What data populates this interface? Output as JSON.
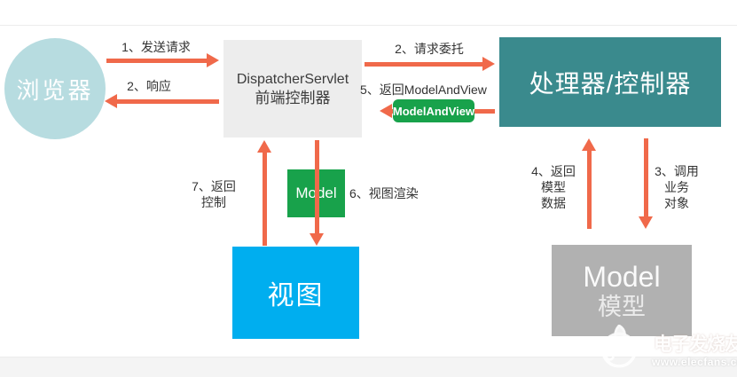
{
  "colors": {
    "arrow": "#F0694A",
    "browser_fill": "#B7DCE0",
    "dispatcher_fill": "#EDEDED",
    "dispatcher_text": "#3C3C3C",
    "controller_fill": "#3A8A8D",
    "view_fill": "#00AEEF",
    "green_fill": "#18A24B",
    "model_gray_fill": "#B1B1B1",
    "label_text": "#333333",
    "hairline": "#ECECEC",
    "strip": "#F4F4F4"
  },
  "nodes": {
    "browser": {
      "label": "浏览器"
    },
    "dispatcher": {
      "title": "DispatcherServlet",
      "subtitle": "前端控制器"
    },
    "controller": {
      "label": "处理器/控制器"
    },
    "view": {
      "label": "视图"
    },
    "model": {
      "label": "Model"
    },
    "model_and_view": {
      "label": "ModelAndView"
    },
    "model_store": {
      "title": "Model",
      "subtitle": "模型"
    }
  },
  "edges": {
    "send_request": {
      "label": "1、发送请求"
    },
    "response": {
      "label": "2、响应"
    },
    "delegate": {
      "label": "2、请求委托"
    },
    "return_model_and_view": {
      "label": "5、返回ModelAndView"
    },
    "return_control": {
      "lines": [
        "7、返回",
        "控制"
      ]
    },
    "render_view": {
      "label": "6、视图渲染"
    },
    "return_model_data": {
      "lines": [
        "4、返回",
        "模型",
        "数据"
      ]
    },
    "call_business": {
      "lines": [
        "3、调用",
        "业务",
        "对象"
      ]
    }
  },
  "watermark": {
    "brand": "电子发烧友",
    "url": "www.elecfans.com"
  }
}
